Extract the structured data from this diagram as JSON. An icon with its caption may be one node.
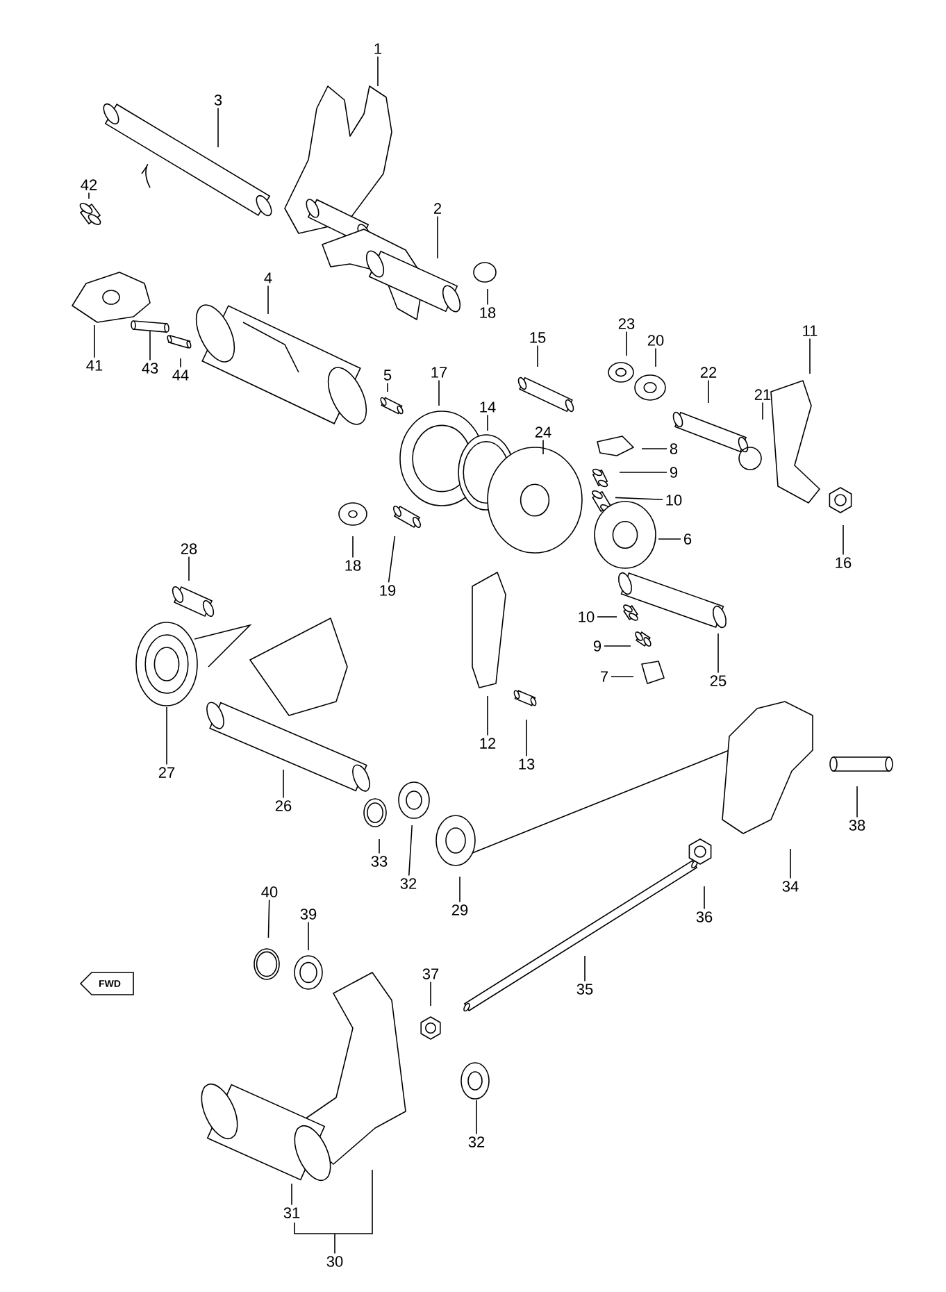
{
  "diagram": {
    "nodes": [
      {
        "text": [
          "1"
        ]
      },
      {
        "text": [
          "3"
        ]
      },
      {
        "text": [
          "42"
        ]
      },
      {
        "text": [
          "2"
        ]
      },
      {
        "text": [
          "4"
        ]
      },
      {
        "text": [
          "18"
        ]
      },
      {
        "text": [
          "23"
        ]
      },
      {
        "text": [
          "11"
        ]
      },
      {
        "text": [
          "15"
        ]
      },
      {
        "text": [
          "20"
        ]
      },
      {
        "text": [
          "41"
        ]
      },
      {
        "text": [
          "43"
        ]
      },
      {
        "text": [
          "17"
        ]
      },
      {
        "text": [
          "22"
        ]
      },
      {
        "text": [
          "5"
        ]
      },
      {
        "text": [
          "44"
        ]
      },
      {
        "text": [
          "21"
        ]
      },
      {
        "text": [
          "14"
        ]
      },
      {
        "text": [
          "24"
        ]
      },
      {
        "text": [
          "8"
        ]
      },
      {
        "text": [
          "9"
        ]
      },
      {
        "text": [
          "10"
        ]
      },
      {
        "text": [
          "6"
        ]
      },
      {
        "text": [
          "28"
        ]
      },
      {
        "text": [
          "16"
        ]
      },
      {
        "text": [
          "18"
        ]
      },
      {
        "text": [
          "19"
        ]
      },
      {
        "text": [
          "10"
        ]
      },
      {
        "text": [
          "9"
        ]
      },
      {
        "text": [
          "7"
        ]
      },
      {
        "text": [
          "25"
        ]
      },
      {
        "text": [
          "12"
        ]
      },
      {
        "text": [
          "13"
        ]
      },
      {
        "text": [
          "27"
        ]
      },
      {
        "text": [
          "26"
        ]
      },
      {
        "text": [
          "38"
        ]
      },
      {
        "text": [
          "33"
        ]
      },
      {
        "text": [
          "32"
        ]
      },
      {
        "text": [
          "34"
        ]
      },
      {
        "text": [
          "40"
        ]
      },
      {
        "text": [
          "29"
        ]
      },
      {
        "text": [
          "39"
        ]
      },
      {
        "text": [
          "36"
        ]
      },
      {
        "text": [
          "37"
        ]
      },
      {
        "text": [
          "35"
        ]
      },
      {
        "text": [
          "32"
        ]
      },
      {
        "text": [
          "31"
        ]
      },
      {
        "text": [
          "30"
        ]
      }
    ],
    "edges": [
      {
        "from": 0,
        "to": null,
        "arrow": "none"
      },
      {
        "from": 1,
        "to": null,
        "arrow": "none"
      },
      {
        "from": 2,
        "to": null,
        "arrow": "none"
      },
      {
        "from": 3,
        "to": null,
        "arrow": "none"
      },
      {
        "from": 4,
        "to": null,
        "arrow": "none"
      },
      {
        "from": 5,
        "to": null,
        "arrow": "none"
      },
      {
        "from": 6,
        "to": null,
        "arrow": "none"
      },
      {
        "from": 7,
        "to": null,
        "arrow": "none"
      },
      {
        "from": 8,
        "to": null,
        "arrow": "none"
      },
      {
        "from": 9,
        "to": null,
        "arrow": "none"
      },
      {
        "from": 10,
        "to": null,
        "arrow": "none"
      },
      {
        "from": 11,
        "to": null,
        "arrow": "none"
      },
      {
        "from": 12,
        "to": null,
        "arrow": "none"
      },
      {
        "from": 13,
        "to": null,
        "arrow": "none"
      },
      {
        "from": 14,
        "to": null,
        "arrow": "none"
      },
      {
        "from": 15,
        "to": null,
        "arrow": "none"
      },
      {
        "from": 16,
        "to": null,
        "arrow": "none"
      },
      {
        "from": 17,
        "to": null,
        "arrow": "none"
      },
      {
        "from": 18,
        "to": null,
        "arrow": "none"
      },
      {
        "from": 19,
        "to": null,
        "arrow": "none"
      },
      {
        "from": 20,
        "to": null,
        "arrow": "none"
      },
      {
        "from": 21,
        "to": null,
        "arrow": "none"
      },
      {
        "from": 22,
        "to": null,
        "arrow": "none"
      },
      {
        "from": 23,
        "to": null,
        "arrow": "none"
      },
      {
        "from": 24,
        "to": null,
        "arrow": "none"
      },
      {
        "from": 25,
        "to": null,
        "arrow": "none"
      },
      {
        "from": 26,
        "to": null,
        "arrow": "none"
      },
      {
        "from": 27,
        "to": null,
        "arrow": "none"
      },
      {
        "from": 28,
        "to": null,
        "arrow": "none"
      },
      {
        "from": 29,
        "to": null,
        "arrow": "none"
      },
      {
        "from": 30,
        "to": null,
        "arrow": "none"
      },
      {
        "from": 31,
        "to": null,
        "arrow": "none"
      },
      {
        "from": 32,
        "to": null,
        "arrow": "none"
      },
      {
        "from": 33,
        "to": null,
        "arrow": "none"
      },
      {
        "from": 34,
        "to": null,
        "arrow": "none"
      },
      {
        "from": 35,
        "to": null,
        "arrow": "none"
      },
      {
        "from": 36,
        "to": null,
        "arrow": "none"
      },
      {
        "from": 37,
        "to": null,
        "arrow": "none"
      },
      {
        "from": 38,
        "to": null,
        "arrow": "none"
      },
      {
        "from": 39,
        "to": null,
        "arrow": "none"
      },
      {
        "from": 40,
        "to": null,
        "arrow": "none"
      },
      {
        "from": 41,
        "to": null,
        "arrow": "none"
      },
      {
        "from": 42,
        "to": null,
        "arrow": "none"
      },
      {
        "from": 43,
        "to": null,
        "arrow": "none"
      },
      {
        "from": 44,
        "to": null,
        "arrow": "none"
      },
      {
        "from": 45,
        "to": null,
        "arrow": "none"
      },
      {
        "from": 46,
        "to": null,
        "arrow": "none"
      },
      {
        "from": 47,
        "to": null,
        "arrow": "none"
      }
    ],
    "labels": [
      "FWD"
    ]
  }
}
